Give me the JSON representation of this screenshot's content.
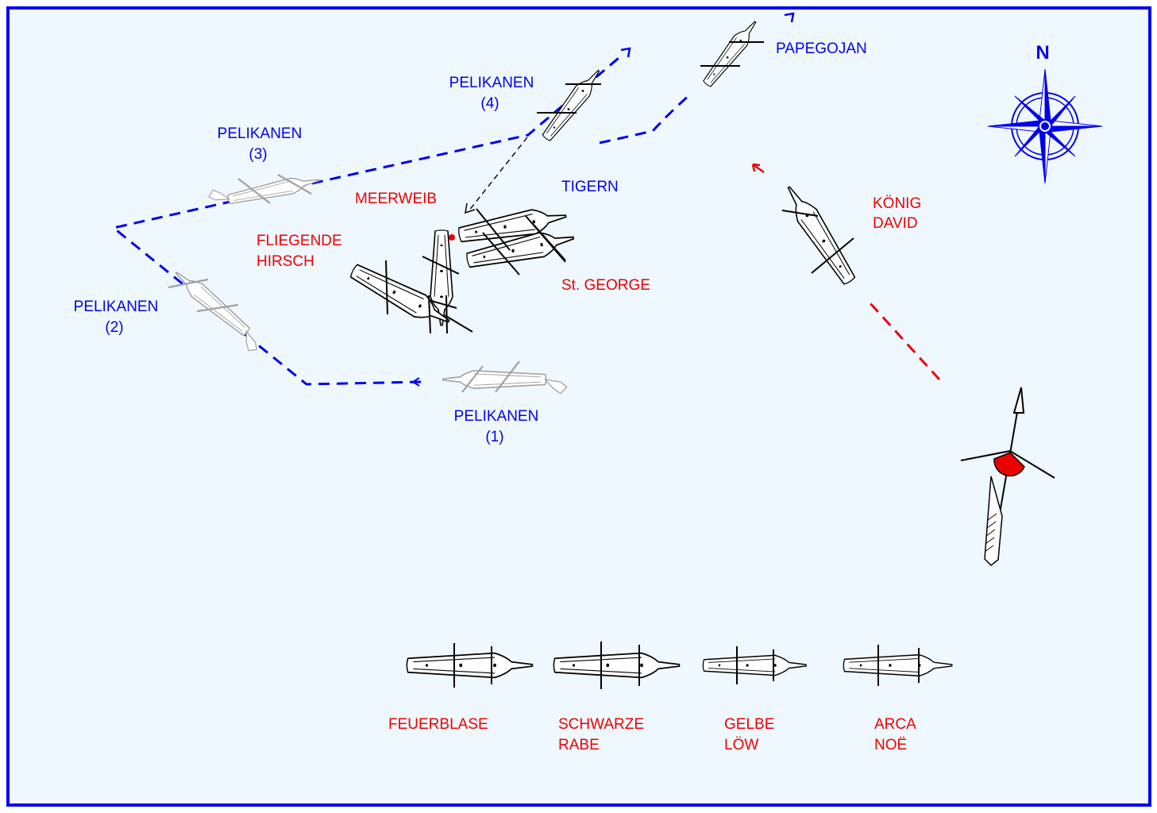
{
  "title": "Naval battle diagram",
  "colors": {
    "sea": "#f0f8ff",
    "border": "#0000ee",
    "swedish": "#0000ee",
    "enemy": "#ee0000",
    "ghost": "#a0a0a0",
    "ship": "#000000"
  },
  "compass": {
    "north_label": "N"
  },
  "wind_indicator": {
    "icon": "wind-arrow-icon"
  },
  "ships": {
    "pelikanen_1": {
      "name": "PELIKANEN",
      "step": "(1)"
    },
    "pelikanen_2": {
      "name": "PELIKANEN",
      "step": "(2)"
    },
    "pelikanen_3": {
      "name": "PELIKANEN",
      "step": "(3)"
    },
    "pelikanen_4": {
      "name": "PELIKANEN",
      "step": "(4)"
    },
    "papegojan": {
      "name": "PAPEGOJAN"
    },
    "tigern": {
      "name": "TIGERN"
    },
    "meerweib": {
      "name": "MEERWEIB"
    },
    "fliegende_hirsch": {
      "line1": "FLIEGENDE",
      "line2": "HIRSCH"
    },
    "st_george": {
      "name": "St. GEORGE"
    },
    "konig_david": {
      "line1": "KÖNIG",
      "line2": "DAVID"
    },
    "feuerblase": {
      "name": "FEUERBLASE"
    },
    "schwarze_rabe": {
      "line1": "SCHWARZE",
      "line2": "RABE"
    },
    "gelbe_low": {
      "line1": "GELBE",
      "line2": "LÖW"
    },
    "arca_noe": {
      "line1": "ARCA",
      "line2": "NOË"
    }
  }
}
